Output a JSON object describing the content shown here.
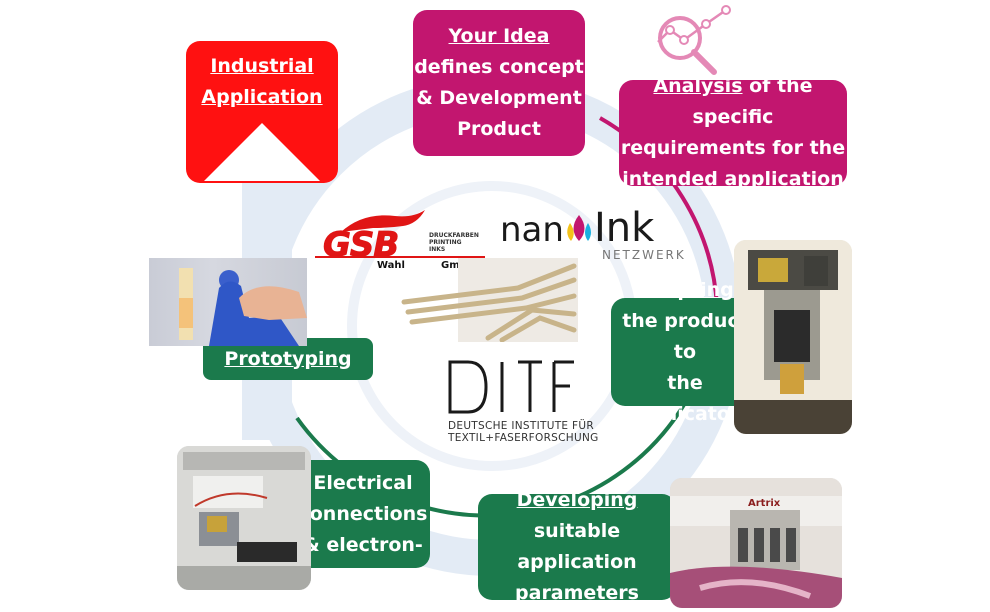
{
  "colors": {
    "magenta": "#c2166f",
    "green": "#1b7a4c",
    "red": "#ff1111",
    "cycle_light": "#e3ebf5"
  },
  "steps": {
    "idea": {
      "title": "Your Idea",
      "lines": [
        "defines concept",
        "& Development",
        "Product"
      ]
    },
    "analysis": {
      "title": "Analysis",
      "title_rest": " of the specific",
      "lines": [
        "requirements for the",
        "intended application"
      ]
    },
    "adapting": {
      "title": "Adapting",
      "lines": [
        "the product to",
        "the applicator"
      ]
    },
    "developing": {
      "title": "Developing",
      "lines": [
        "suitable application",
        "parameters"
      ]
    },
    "electrical": {
      "lines": [
        "Electrical",
        "connections",
        "& electron-"
      ]
    },
    "prototyping": {
      "title": "Prototyping"
    },
    "industrial": {
      "lines": [
        "Industrial",
        "Application"
      ]
    }
  },
  "logos": {
    "gsb": {
      "letters": "GSB",
      "small": [
        "DRUCKFARBEN",
        "PRINTING",
        "INKS"
      ],
      "left": "Wahl",
      "right": "GmbH"
    },
    "nanoink": {
      "prefix": "nan",
      "ink": "Ink",
      "sub": "NETZWERK"
    },
    "ditf": {
      "mark": "DITF",
      "lines": [
        "DEUTSCHE INSTITUTE FÜR",
        "TEXTIL+FASERFORSCHUNG"
      ]
    }
  },
  "icons": [
    "magnifier-analysis-icon"
  ],
  "photos": [
    "touch-sensor-photo",
    "robot-applicator-photo",
    "lab-machine-photo",
    "textile-printer-photo"
  ],
  "printer_brand": "Artrix"
}
